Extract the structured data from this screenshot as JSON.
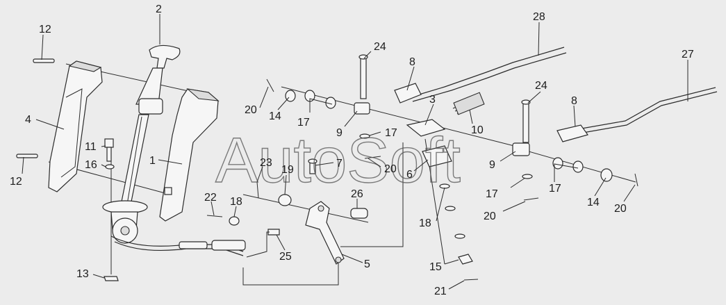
{
  "watermark": "AutoSoft",
  "callouts": [
    {
      "id": "c12a",
      "text": "12"
    },
    {
      "id": "c2",
      "text": "2"
    },
    {
      "id": "c4",
      "text": "4"
    },
    {
      "id": "c1",
      "text": "1"
    },
    {
      "id": "c11",
      "text": "11"
    },
    {
      "id": "c16",
      "text": "16"
    },
    {
      "id": "c12b",
      "text": "12"
    },
    {
      "id": "c13",
      "text": "13"
    },
    {
      "id": "c20a",
      "text": "20"
    },
    {
      "id": "c14a",
      "text": "14"
    },
    {
      "id": "c17a",
      "text": "17"
    },
    {
      "id": "c24a",
      "text": "24"
    },
    {
      "id": "c8a",
      "text": "8"
    },
    {
      "id": "c9a",
      "text": "9"
    },
    {
      "id": "c17b",
      "text": "17"
    },
    {
      "id": "c3",
      "text": "3"
    },
    {
      "id": "c10",
      "text": "10"
    },
    {
      "id": "c28",
      "text": "28"
    },
    {
      "id": "c27",
      "text": "27"
    },
    {
      "id": "c24b",
      "text": "24"
    },
    {
      "id": "c8b",
      "text": "8"
    },
    {
      "id": "c9b",
      "text": "9"
    },
    {
      "id": "c17c",
      "text": "17"
    },
    {
      "id": "c17d",
      "text": "17"
    },
    {
      "id": "c14b",
      "text": "14"
    },
    {
      "id": "c20b",
      "text": "20"
    },
    {
      "id": "c20c",
      "text": "20"
    },
    {
      "id": "c23",
      "text": "23"
    },
    {
      "id": "c19",
      "text": "19"
    },
    {
      "id": "c7",
      "text": "7"
    },
    {
      "id": "c20d",
      "text": "20"
    },
    {
      "id": "c6",
      "text": "6"
    },
    {
      "id": "c22",
      "text": "22"
    },
    {
      "id": "c18a",
      "text": "18"
    },
    {
      "id": "c26",
      "text": "26"
    },
    {
      "id": "c25",
      "text": "25"
    },
    {
      "id": "c5",
      "text": "5"
    },
    {
      "id": "c18b",
      "text": "18"
    },
    {
      "id": "c15",
      "text": "15"
    },
    {
      "id": "c21",
      "text": "21"
    }
  ]
}
